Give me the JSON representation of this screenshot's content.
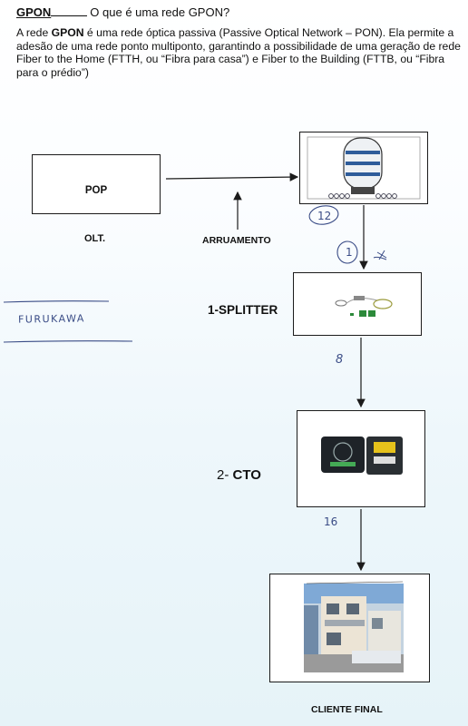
{
  "header": {
    "gpon_word": "GPON",
    "question": "O que é uma rede GPON?"
  },
  "intro": {
    "part1": "A rede ",
    "bold": "GPON",
    "part2": " é uma rede óptica passiva (Passive Optical Network – PON). Ela permite a adesão de uma rede ponto multiponto, garantindo a possibilidade de uma geração de rede Fiber to the Home (FTTH, ou “Fibra para casa”) e Fiber to the Building (FTTB, ou “Fibra para o prédio”)"
  },
  "diagram": {
    "pop_label": "POP",
    "olt_label": "OLT.",
    "arruamento_label": "ARRUAMENTO",
    "splitter_label": "1-SPLITTER",
    "cto_prefix": "2- ",
    "cto_word": "CTO",
    "cliente_label": "CLIENTE FINAL"
  },
  "handwriting": {
    "furukawa": "FURUKAWA",
    "n12": "12",
    "n1": "1",
    "n8": "8",
    "n16": "16"
  },
  "colors": {
    "ink": "#3a4c86",
    "line": "#1b1b1b"
  }
}
